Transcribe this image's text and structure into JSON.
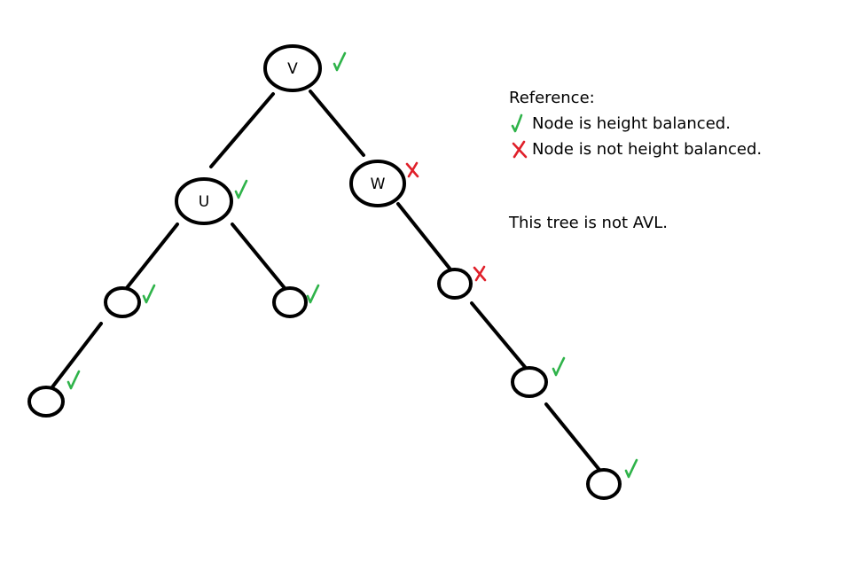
{
  "colors": {
    "stroke": "#000000",
    "balanced": "#2fb34a",
    "unbalanced": "#e0202a"
  },
  "icons": {
    "balanced": "check-mark-icon",
    "unbalanced": "x-mark-icon"
  },
  "tree": {
    "nodes": [
      {
        "id": "V",
        "label": "V",
        "balanced": true
      },
      {
        "id": "U",
        "label": "U",
        "balanced": true
      },
      {
        "id": "W",
        "label": "W",
        "balanced": false
      },
      {
        "id": "U-left",
        "label": "",
        "balanced": true
      },
      {
        "id": "U-right",
        "label": "",
        "balanced": true
      },
      {
        "id": "U-left-left",
        "label": "",
        "balanced": true
      },
      {
        "id": "W-right",
        "label": "",
        "balanced": false
      },
      {
        "id": "W-right-right",
        "label": "",
        "balanced": true
      },
      {
        "id": "W-right-right-right",
        "label": "",
        "balanced": true
      }
    ],
    "edges": [
      {
        "from": "V",
        "to": "U"
      },
      {
        "from": "V",
        "to": "W"
      },
      {
        "from": "U",
        "to": "U-left"
      },
      {
        "from": "U",
        "to": "U-right"
      },
      {
        "from": "U-left",
        "to": "U-left-left"
      },
      {
        "from": "W",
        "to": "W-right"
      },
      {
        "from": "W-right",
        "to": "W-right-right"
      },
      {
        "from": "W-right-right",
        "to": "W-right-right-right"
      }
    ]
  },
  "legend": {
    "title": "Reference:",
    "balanced_label": "Node is height balanced.",
    "unbalanced_label": "Node is not height balanced."
  },
  "verdict": "This tree is not AVL."
}
